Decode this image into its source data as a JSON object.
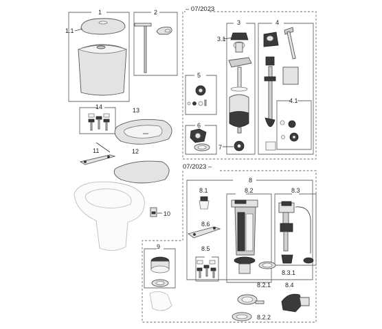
{
  "headers": {
    "from_date": "– 07/2023",
    "to_date": "07/2023 –"
  },
  "labels": {
    "p1": "1",
    "p1_1": "1.1",
    "p2": "2",
    "p3": "3",
    "p3_1": "3.1",
    "p4": "4",
    "p4_1": "4.1",
    "p5": "5",
    "p6": "6",
    "p7": "7",
    "p8": "8",
    "p8_1": "8.1",
    "p8_2": "8.2",
    "p8_3": "8.3",
    "p8_3_1": "8.3.1",
    "p8_5": "8.5",
    "p8_6": "8.6",
    "p8_2_1": "8.2.1",
    "p8_2_2": "8.2.2",
    "p8_4": "8.4",
    "p9": "9",
    "p10": "10",
    "p11": "11",
    "p12": "12",
    "p13": "13",
    "p14": "14"
  }
}
